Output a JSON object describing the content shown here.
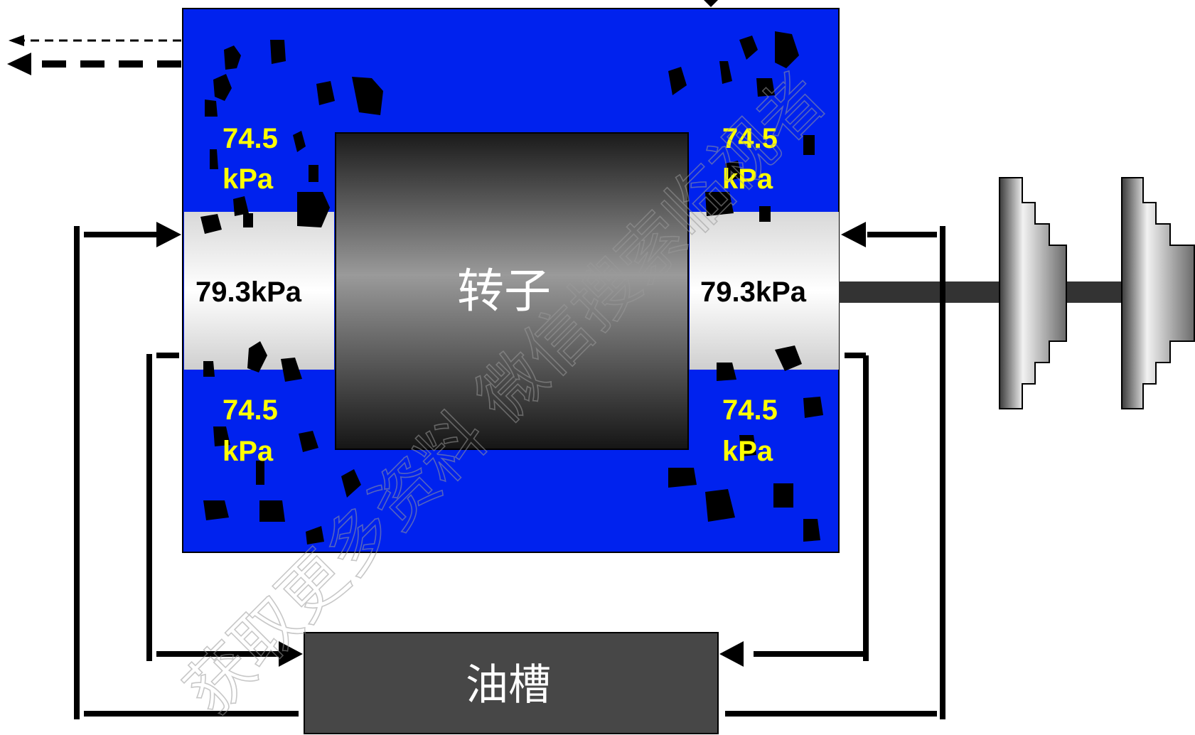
{
  "colors": {
    "housing": "#0022ee",
    "rotor_light": "#9a9a9a",
    "rotor_dark": "#1a1a1a",
    "seal_ring": "#f4f4f4",
    "tank": "#474747",
    "pressure_text": "#ffff00",
    "line": "#000000"
  },
  "labels": {
    "rotor": "转子",
    "oil_tank": "油槽",
    "seal_pressure_left": "79.3kPa",
    "seal_pressure_right": "79.3kPa",
    "gas_pressure_value": "74.5",
    "gas_pressure_unit": "kPa"
  },
  "watermark": "获取更多资料 微信搜索临视者"
}
